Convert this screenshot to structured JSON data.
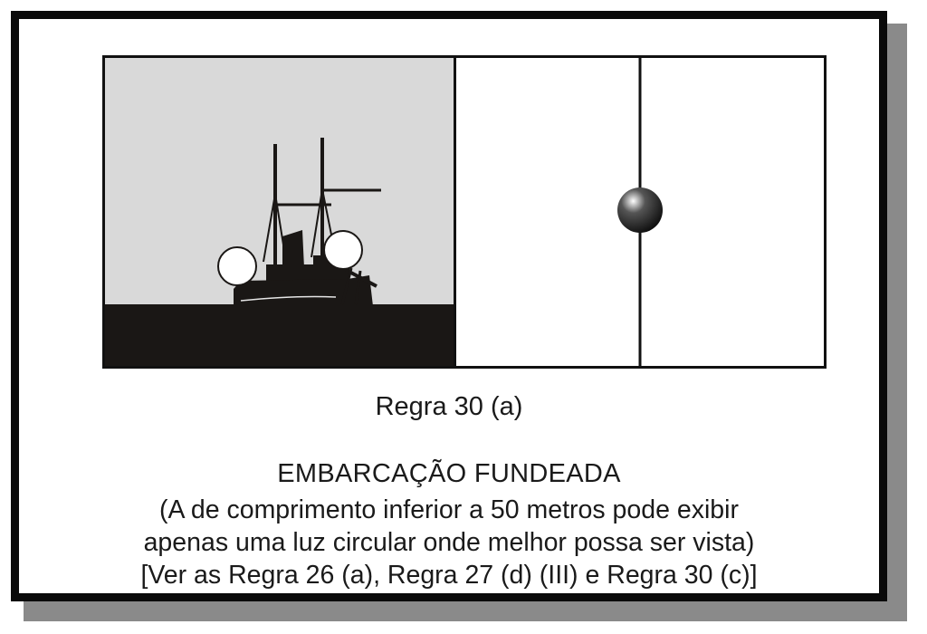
{
  "diagram": {
    "panels": [
      {
        "name": "day-view",
        "background": "#d9d9d9",
        "sea_color": "#1a1715"
      },
      {
        "name": "night-view",
        "background": "#ffffff"
      }
    ],
    "lights": {
      "all_round_light_color": "#ffffff"
    },
    "day_shape": {
      "shape": "ball",
      "color": "#111111"
    }
  },
  "caption": {
    "rule": "Regra 30 (a)",
    "title": "EMBARCAÇÃO FUNDEADA",
    "note_line1": "(A de comprimento inferior a 50 metros pode exibir",
    "note_line2": "apenas uma luz circular onde melhor possa ser vista)",
    "note_line3": "[Ver as Regra 26 (a), Regra 27 (d) (III) e Regra 30 (c)]"
  }
}
